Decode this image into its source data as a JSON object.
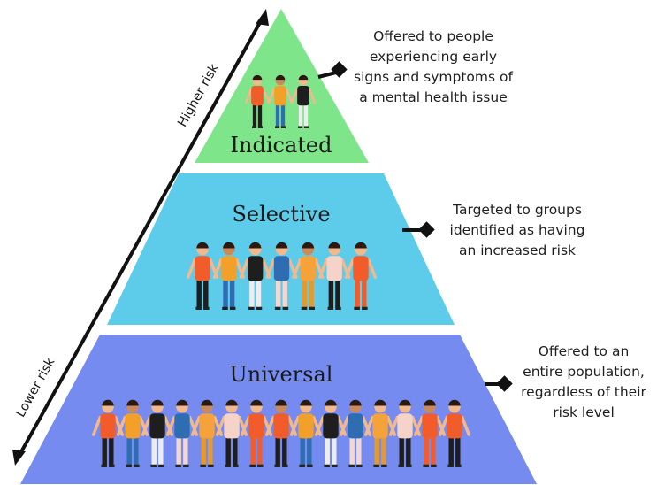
{
  "tiers": {
    "indicated": {
      "title": "Indicated",
      "color": "#7FE58A",
      "people": 3,
      "description": [
        "Offered to people",
        "experiencing early",
        "signs and symptoms of",
        "a mental health issue"
      ]
    },
    "selective": {
      "title": "Selective",
      "color": "#5DCCEA",
      "people": 7,
      "description": [
        "Targeted to groups",
        "identified as having",
        "an increased risk"
      ]
    },
    "universal": {
      "title": "Universal",
      "color": "#758BF0",
      "people": 15,
      "description": [
        "Offered to an",
        "entire population,",
        "regardless of their",
        "risk level"
      ]
    }
  },
  "axis": {
    "higher_label": "Higher risk",
    "lower_label": "Lower risk"
  },
  "colors": {
    "line": "#111111",
    "skin": "#F2B98F",
    "skin_dark": "#C98A5E",
    "hair": "#2B1A12"
  }
}
